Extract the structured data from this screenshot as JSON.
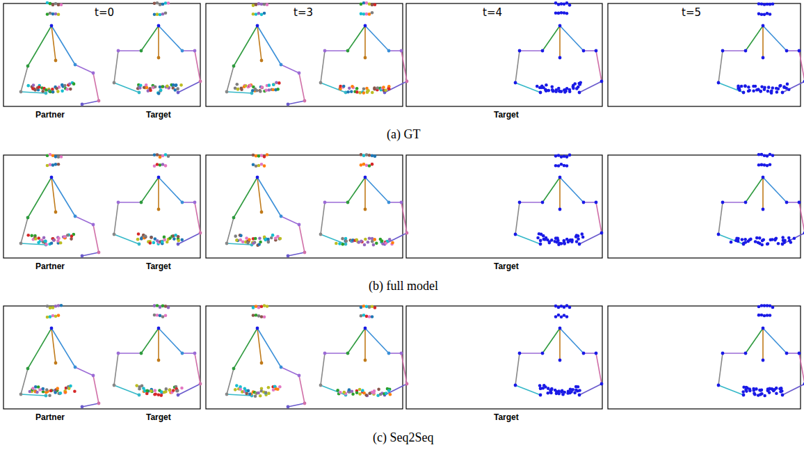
{
  "diagram": {
    "labels": [
      "t=0",
      "t=3",
      "t=4",
      "t=5",
      "Partner",
      "Target",
      "Target",
      "(a) GT",
      "Partner",
      "Target",
      "Target",
      "(b) full model",
      "Partner",
      "Target",
      "Target",
      "(c) Seq2Seq"
    ]
  }
}
